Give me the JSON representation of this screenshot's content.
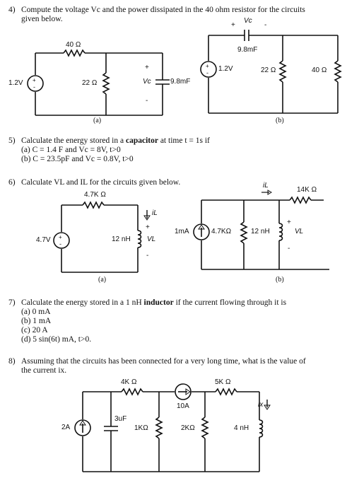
{
  "q4": {
    "number": "4)",
    "text_line1": "Compute the voltage Vc and the power dissipated in the 40 ohm resistor for the circuits",
    "text_line2": "given below.",
    "circuit_a": {
      "r_series": "40 Ω",
      "r_shunt": "22 Ω",
      "source": "1.2V",
      "cap": "9.8mF",
      "vc_label": "Vc",
      "plus": "+",
      "minus": "-",
      "caption": "(a)"
    },
    "circuit_b": {
      "vc_label": "Vc",
      "plus": "+",
      "minus": "-",
      "cap": "9.8mF",
      "source": "1.2V",
      "r1": "22 Ω",
      "r2": "40 Ω",
      "caption": "(b)"
    }
  },
  "q5": {
    "number": "5)",
    "text_pre": "Calculate the energy stored in a ",
    "text_bold": "capacitor",
    "text_post": " at time t = 1s if",
    "item_a": "(a) C = 1.4 F and Vc = 8V, t>0",
    "item_b": "(b) C = 23.5pF and Vc = 0.8V, t>0"
  },
  "q6": {
    "number": "6)",
    "text": "Calculate VL and IL for the circuits given below.",
    "circuit_a": {
      "resistor": "4.7K Ω",
      "source": "4.7V",
      "inductor": "12 nH",
      "vl_label": "VL",
      "il_label": "iL",
      "plus": "+",
      "minus": "-",
      "caption": "(a)"
    },
    "circuit_b": {
      "il_label": "iL",
      "r_series": "14K Ω",
      "source": "1mA",
      "resistor": "4.7KΩ",
      "inductor": "12 nH",
      "vl_label": "VL",
      "plus": "+",
      "minus": "-",
      "caption": "(b)"
    }
  },
  "q7": {
    "number": "7)",
    "text_pre": "Calculate the energy stored in a 1 nH ",
    "text_bold": "inductor",
    "text_post": " if the current flowing through it is",
    "items": [
      "(a) 0 mA",
      "(b) 1 mA",
      "(c) 20 A",
      "(d) 5 sin(6t) mA, t>0."
    ]
  },
  "q8": {
    "number": "8)",
    "text_line1": "Assuming that the circuits has been connected for a very long time, what is the value of",
    "text_line2": "the current ix.",
    "circuit": {
      "r_series1": "4K Ω",
      "r_series2": "5K Ω",
      "current_source_top": "10A",
      "current_source_left": "2A",
      "cap": "3uF",
      "r1": "1KΩ",
      "r2": "2KΩ",
      "inductor": "4 nH",
      "ix_label": "ix"
    }
  }
}
